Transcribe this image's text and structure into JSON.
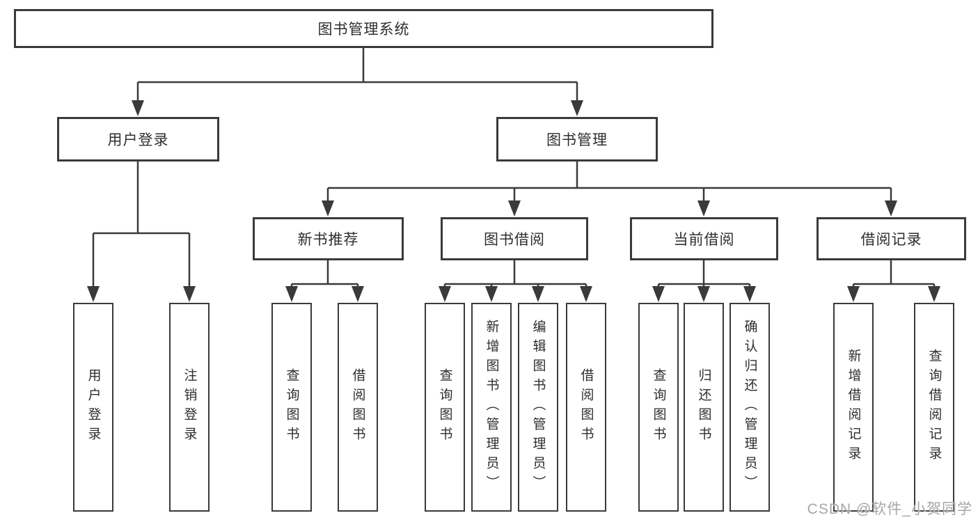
{
  "diagram_title": "图书管理系统",
  "tree": {
    "root": {
      "label": "图书管理系统"
    },
    "level2": [
      {
        "label": "用户登录"
      },
      {
        "label": "图书管理"
      }
    ],
    "level3": [
      {
        "label": "新书推荐"
      },
      {
        "label": "图书借阅"
      },
      {
        "label": "当前借阅"
      },
      {
        "label": "借阅记录"
      }
    ],
    "leaves": {
      "user_login": [
        "用户登录",
        "注销登录"
      ],
      "new_book_recommend": [
        "查询图书",
        "借阅图书"
      ],
      "book_borrow": [
        "查询图书",
        "新增图书（管理员）",
        "编辑图书（管理员）",
        "借阅图书"
      ],
      "current_borrow": [
        "查询图书",
        "归还图书",
        "确认归还（管理员）"
      ],
      "borrow_records": [
        "新增借阅记录",
        "查询借阅记录"
      ]
    }
  },
  "watermark": "CSDN @软件_小贺同学",
  "colors": {
    "line": "#3a3a3c",
    "box_border": "#3a3a3c",
    "text": "#2e2e30",
    "background": "#ffffff",
    "watermark": "#a6a6a6"
  }
}
